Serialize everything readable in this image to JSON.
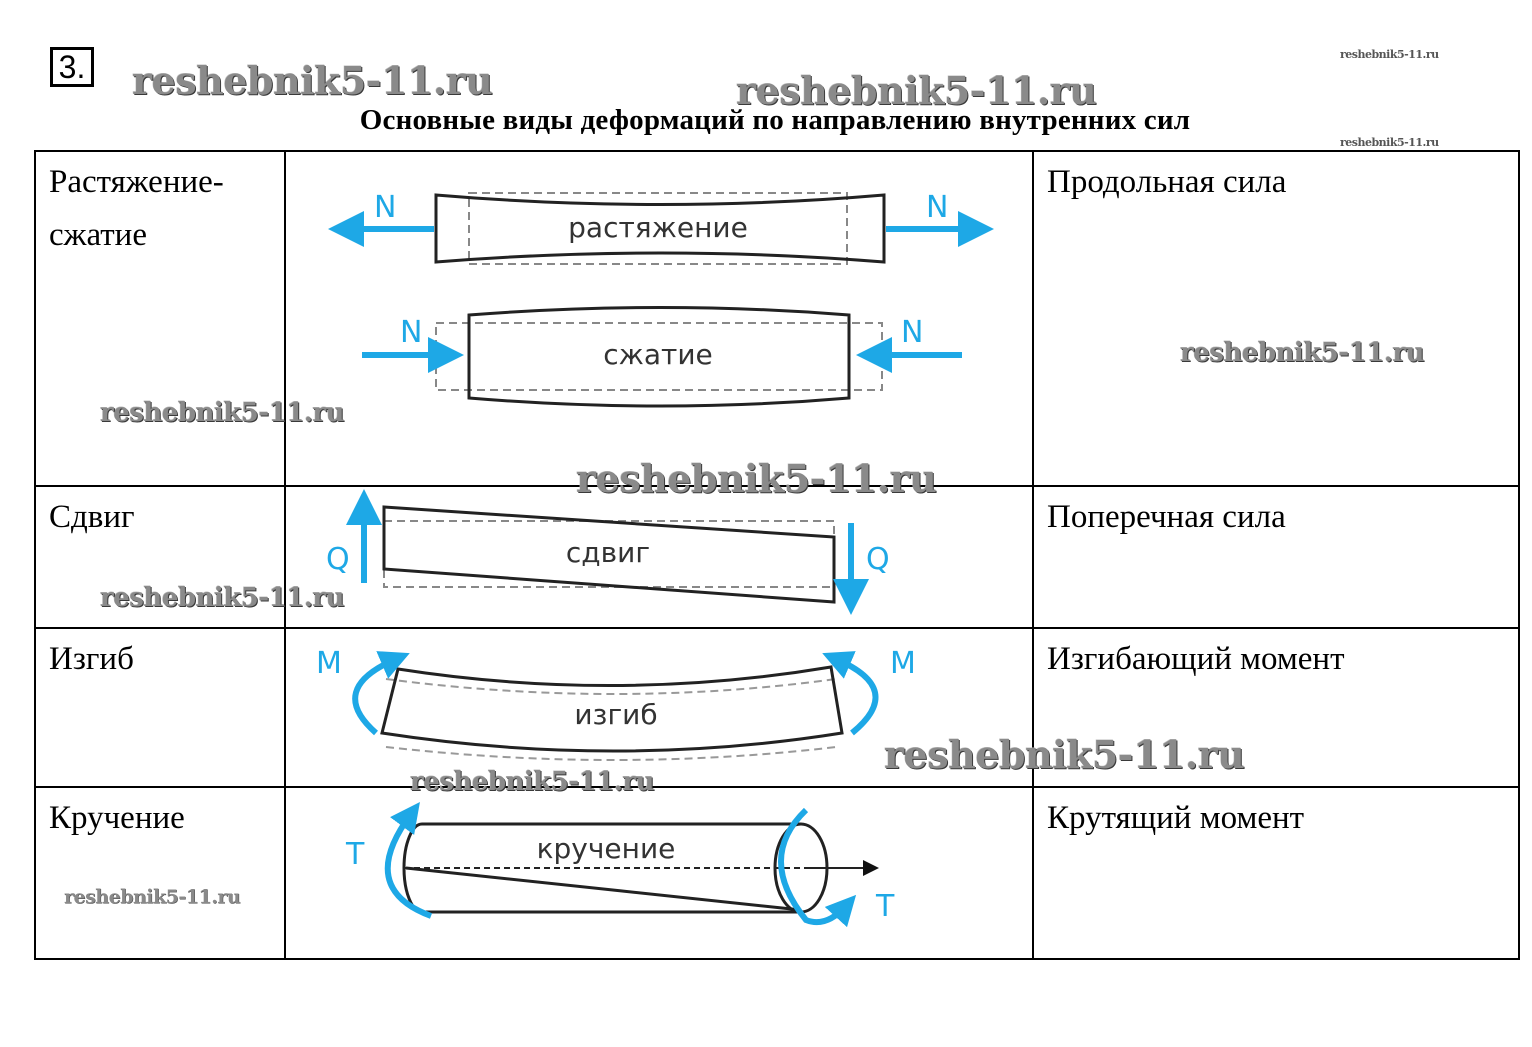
{
  "task_number": "3.",
  "title": "Основные виды деформаций по направлению внутренних сил",
  "watermark": "reshebnik5-11.ru",
  "colors": {
    "force_arrow": "#1ea8e6",
    "outline": "#222222",
    "dashed": "#888888"
  },
  "rows": [
    {
      "deformation": "Растяжение-сжатие",
      "deformation_lines": [
        "Растяжение-",
        "сжатие"
      ],
      "internal_force": "Продольная сила",
      "diagrams": [
        {
          "label": "растяжение",
          "force": "N"
        },
        {
          "label": "сжатие",
          "force": "N"
        }
      ]
    },
    {
      "deformation": "Сдвиг",
      "internal_force": "Поперечная сила",
      "diagrams": [
        {
          "label": "сдвиг",
          "force": "Q"
        }
      ]
    },
    {
      "deformation": "Изгиб",
      "internal_force": "Изгибающий момент",
      "diagrams": [
        {
          "label": "изгиб",
          "force": "M"
        }
      ]
    },
    {
      "deformation": "Кручение",
      "internal_force": "Крутящий момент",
      "diagrams": [
        {
          "label": "кручение",
          "force": "T"
        }
      ]
    }
  ]
}
